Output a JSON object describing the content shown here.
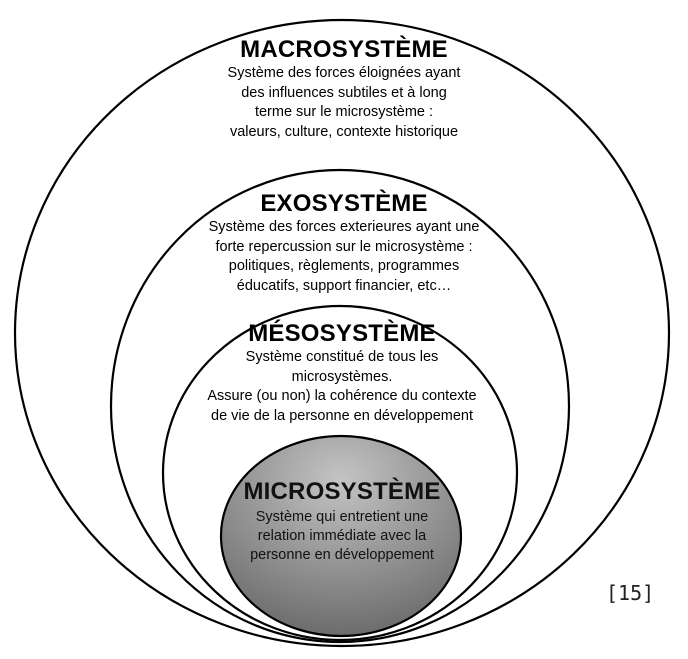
{
  "macro": {
    "title": "MACROSYSTÈME",
    "lines": [
      "Système des forces éloignées ayant",
      "des influences subtiles et à long",
      "terme sur le microsystème :",
      "valeurs, culture, contexte historique"
    ]
  },
  "exo": {
    "title": "EXOSYSTÈME",
    "lines": [
      "Système des forces exterieures ayant une",
      "forte repercussion sur le microsystème :",
      "politiques, règlements, programmes",
      "éducatifs, support financier, etc…"
    ]
  },
  "meso": {
    "title": "MÉSOSYSTÈME",
    "lines": [
      "Système constitué de tous les",
      "microsystèmes.",
      "Assure (ou non) la cohérence du contexte",
      "de vie de la personne en développement"
    ]
  },
  "micro": {
    "title": "MICROSYSTÈME",
    "lines": [
      "Système qui entretient une",
      "relation immédiate avec la",
      "personne en développement"
    ]
  },
  "citation": "[15]",
  "colors": {
    "ring_stroke": "#000000",
    "ring_fill": "#ffffff",
    "micro_fill_light": "#c4c4c4",
    "micro_fill_dark": "#6a6a6a"
  }
}
